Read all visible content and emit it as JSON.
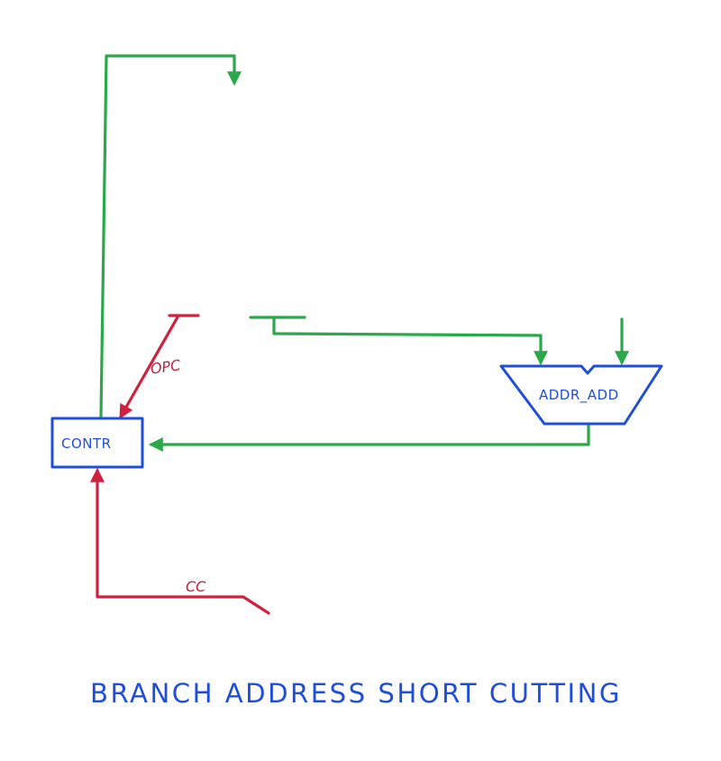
{
  "diagram": {
    "caption": "BRANCH ADDRESS SHORT CUTTING",
    "blocks": {
      "controller": {
        "label": "CONTR"
      },
      "adder": {
        "label": "ADDR_ADD"
      }
    },
    "signals": {
      "opcode": {
        "label": "OPC"
      },
      "condition_code": {
        "label": "CC"
      }
    },
    "colors": {
      "control_path": "#2aa84a",
      "control_signals": "#d02040",
      "blocks_and_text": "#1f4ed8"
    }
  }
}
